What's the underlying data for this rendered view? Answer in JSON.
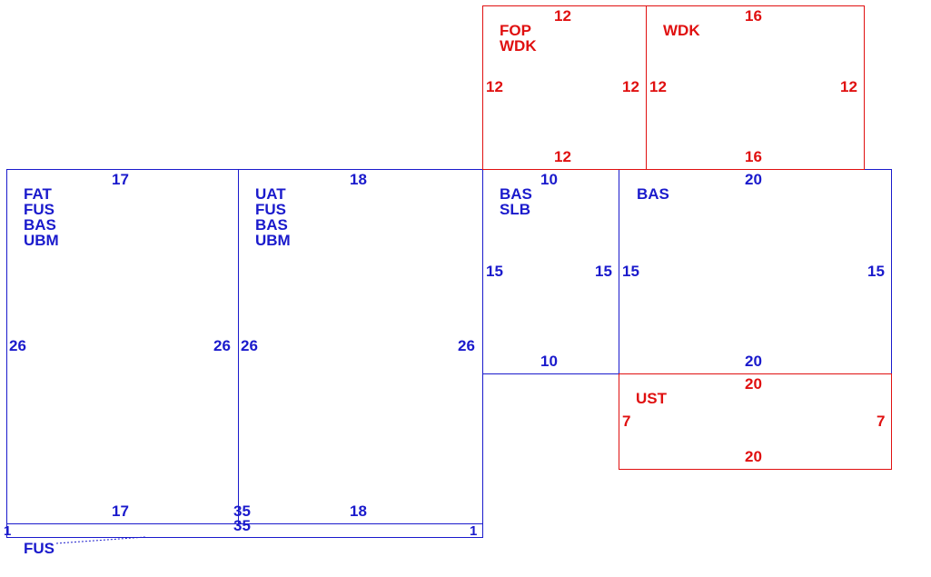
{
  "colors": {
    "existing": "#1a1acc",
    "proposed": "#e01010"
  },
  "rooms": {
    "fat": {
      "labels": [
        "FAT",
        "FUS",
        "BAS",
        "UBM"
      ],
      "top": "17",
      "bottom": "17",
      "left": "26",
      "right": "26"
    },
    "uat": {
      "labels": [
        "UAT",
        "FUS",
        "BAS",
        "UBM"
      ],
      "top": "18",
      "bottom": "18",
      "left": "26",
      "right": "26"
    },
    "bas_slb": {
      "labels": [
        "BAS",
        "SLB"
      ],
      "top": "10",
      "bottom": "10",
      "left": "15",
      "right": "15"
    },
    "bas": {
      "labels": [
        "BAS"
      ],
      "top": "20",
      "bottom": "20",
      "left": "15",
      "right": "15"
    },
    "fop_wdk": {
      "labels": [
        "FOP",
        "WDK"
      ],
      "top": "12",
      "bottom": "12",
      "left": "12",
      "right": "12"
    },
    "wdk": {
      "labels": [
        "WDK"
      ],
      "top": "16",
      "bottom": "16",
      "left": "12",
      "right": "12"
    },
    "ust": {
      "labels": [
        "UST"
      ],
      "top": "20",
      "bottom": "20",
      "left": "7",
      "right": "7"
    },
    "fus_strip": {
      "label": "FUS",
      "top": "35",
      "bottom": "35",
      "left": "1",
      "right": "1"
    }
  }
}
